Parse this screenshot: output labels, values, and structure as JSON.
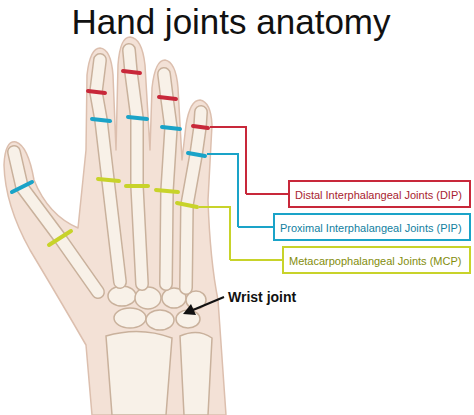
{
  "diagram": {
    "title": "Hand joints anatomy",
    "nodes": [
      {
        "text": [
          "Distal Interphalangeal Joints (DIP)"
        ]
      },
      {
        "text": [
          "Proximal Interphalangeal Joints (PIP)"
        ]
      },
      {
        "text": [
          "Metacarpophalangeal Joints (MCP)"
        ]
      }
    ],
    "labels": [
      "Wrist joint"
    ]
  }
}
